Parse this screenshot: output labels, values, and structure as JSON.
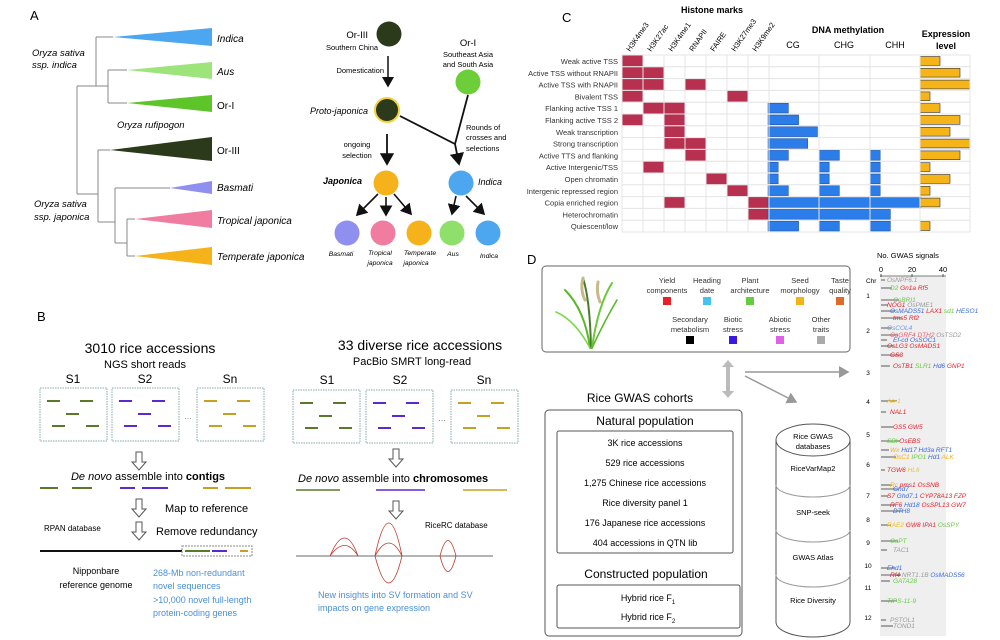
{
  "colors": {
    "histone": "#b8304f",
    "methylation": "#2b7de9",
    "expression": "#f4b41a",
    "blue_note": "#4a90d9",
    "indica": "#4da6f0",
    "aus": "#9de47a",
    "or1": "#5dc42a",
    "or3": "#2a3a1a",
    "basmati": "#8f8ff0",
    "tropical": "#f07ca0",
    "temperate": "#f5b21a"
  },
  "panelA": {
    "letter": "A",
    "tree_labels": [
      "Indica",
      "Aus",
      "Or-I",
      "Or-III",
      "Basmati",
      "Tropical japonica",
      "Temperate japonica"
    ],
    "indica_group": [
      "Oryza sativa",
      "ssp. indica"
    ],
    "rufipogon": "Oryza rufipogon",
    "japonica_group": [
      "Oryza sativa",
      "ssp. japonica"
    ],
    "or3": "Or-III",
    "or3_region": "Southern China",
    "domestication": "Domestication",
    "or1": "Or-I",
    "or1_region": [
      "Southeast Asia",
      "and South Asia"
    ],
    "proto": "Proto-japonica",
    "ongoing": [
      "ongoing",
      "selection"
    ],
    "rounds": [
      "Rounds of",
      "crosses and",
      "selections"
    ],
    "japonica": "Japonica",
    "indica": "Indica",
    "children": [
      "Basmati",
      "Tropical",
      "japonica",
      "Temperate",
      "japonica",
      "Aus",
      "Indica"
    ]
  },
  "panelB": {
    "letter": "B",
    "left": {
      "title": "3010 rice accessions",
      "subtitle": "NGS short reads",
      "samples": [
        "S1",
        "S2",
        "Sn"
      ],
      "ellipsis": "...",
      "assemble_pre": "De novo",
      "assemble_mid": " assemble into ",
      "assemble_bold": "contigs",
      "map": "Map to reference",
      "remove": "Remove redundancy",
      "database": "RPAN database",
      "reference": [
        "Nipponbare",
        "reference genome"
      ],
      "notes": [
        "268-Mb non-redundant",
        "novel sequences",
        ">10,000 novel full-length",
        "protein-coding genes"
      ]
    },
    "right": {
      "title": "33 diverse rice accessions",
      "subtitle": "PacBio SMRT long-read",
      "samples": [
        "S1",
        "S2",
        "Sn"
      ],
      "ellipsis": "...",
      "assemble_pre": "De novo",
      "assemble_mid": " assemble into ",
      "assemble_bold": "chromosomes",
      "database": "RiceRC database",
      "notes": [
        "New insights into SV formation and SV",
        "impacts on gene expression"
      ]
    }
  },
  "panelC": {
    "letter": "C",
    "histone_title": "Histone marks",
    "methylation_title": "DNA methylation",
    "expression_title": [
      "Expression",
      "level"
    ],
    "histone_cols": [
      "H3K4me3",
      "H3K27ac",
      "H3K4me1",
      "RNAPII",
      "FAIRE",
      "H3K27me3",
      "H3K9me2"
    ],
    "methyl_cols": [
      "CG",
      "CHG",
      "CHH"
    ],
    "rows": [
      {
        "label": "Weak active TSS",
        "histone": [
          1,
          0,
          0,
          0,
          0,
          0,
          0
        ],
        "meth": [
          0,
          0,
          0
        ],
        "expr": 0.4
      },
      {
        "label": "Active TSS without RNAPII",
        "histone": [
          1,
          1,
          0,
          0,
          0,
          0,
          0
        ],
        "meth": [
          0,
          0,
          0
        ],
        "expr": 0.8
      },
      {
        "label": "Active TSS with RNAPII",
        "histone": [
          1,
          1,
          0,
          1,
          0,
          0,
          0
        ],
        "meth": [
          0,
          0,
          0
        ],
        "expr": 1.0
      },
      {
        "label": "Bivalent TSS",
        "histone": [
          1,
          0,
          0,
          0,
          0,
          1,
          0
        ],
        "meth": [
          0,
          0,
          0
        ],
        "expr": 0.2
      },
      {
        "label": "Flanking active TSS 1",
        "histone": [
          0,
          1,
          1,
          0,
          0,
          0,
          0
        ],
        "meth": [
          0.4,
          0,
          0
        ],
        "expr": 0.4
      },
      {
        "label": "Flanking active TSS 2",
        "histone": [
          1,
          0,
          1,
          0,
          0,
          0,
          0
        ],
        "meth": [
          0.6,
          0,
          0
        ],
        "expr": 0.8
      },
      {
        "label": "Weak transcription",
        "histone": [
          0,
          0,
          1,
          0,
          0,
          0,
          0
        ],
        "meth": [
          0.97,
          0,
          0
        ],
        "expr": 0.6
      },
      {
        "label": "Strong transcription",
        "histone": [
          0,
          0,
          1,
          1,
          0,
          0,
          0
        ],
        "meth": [
          0.78,
          0,
          0
        ],
        "expr": 1.0
      },
      {
        "label": "Active TTS and flanking",
        "histone": [
          0,
          0,
          0,
          1,
          0,
          0,
          0
        ],
        "meth": [
          0.4,
          0.4,
          0.2
        ],
        "expr": 0.8
      },
      {
        "label": "Active Intergenic/TSS",
        "histone": [
          0,
          1,
          0,
          0,
          0,
          0,
          0
        ],
        "meth": [
          0.2,
          0.2,
          0.2
        ],
        "expr": 0.2
      },
      {
        "label": "Open chromatin",
        "histone": [
          0,
          0,
          0,
          0,
          1,
          0,
          0
        ],
        "meth": [
          0.2,
          0.2,
          0.2
        ],
        "expr": 0.6
      },
      {
        "label": "Intergenic repressed region",
        "histone": [
          0,
          0,
          0,
          0,
          0,
          1,
          0
        ],
        "meth": [
          0.4,
          0.4,
          0.2
        ],
        "expr": 0.2
      },
      {
        "label": "Copia enriched region",
        "histone": [
          0,
          0,
          1,
          0,
          0,
          0,
          1
        ],
        "meth": [
          1,
          1,
          1
        ],
        "expr": 0.4
      },
      {
        "label": "Heterochromatin",
        "histone": [
          0,
          0,
          0,
          0,
          0,
          0,
          1
        ],
        "meth": [
          1,
          1,
          0.4
        ],
        "expr": 0
      },
      {
        "label": "Quiescent/low",
        "histone": [
          0,
          0,
          0,
          0,
          0,
          0,
          0
        ],
        "meth": [
          0.6,
          0.4,
          0.4
        ],
        "expr": 0.2
      }
    ]
  },
  "panelD": {
    "letter": "D",
    "legend": [
      {
        "label": [
          "Yield",
          "components"
        ],
        "color": "#e8202a"
      },
      {
        "label": [
          "Heading",
          "date"
        ],
        "color": "#43c4ee"
      },
      {
        "label": [
          "Plant",
          "architecture"
        ],
        "color": "#66cc44"
      },
      {
        "label": [
          "Seed",
          "morphology"
        ],
        "color": "#f5b21a"
      },
      {
        "label": [
          "Taste",
          "quality"
        ],
        "color": "#e06a2a"
      },
      {
        "label": [
          "Secondary",
          "metabolism"
        ],
        "color": "#000000"
      },
      {
        "label": [
          "Biotic",
          "stress"
        ],
        "color": "#3a1ae0"
      },
      {
        "label": [
          "Abiotic",
          "stress"
        ],
        "color": "#e060e8"
      },
      {
        "label": [
          "Other",
          "traits"
        ],
        "color": "#aaaaaa"
      }
    ],
    "cohorts_title": "Rice GWAS cohorts",
    "natural_title": "Natural population",
    "natural": [
      "3K rice accessions",
      "529 rice accessions",
      "1,275 Chinese rice accessions",
      "Rice diversity panel 1",
      "176 Japanese rice accessions",
      "404 accessions in  QTN lib"
    ],
    "constructed_title": "Constructed population",
    "constructed": [
      "Hybrid rice F",
      "Hybrid rice F"
    ],
    "constructed_sub": [
      "1",
      "2"
    ],
    "db_title": [
      "Rice GWAS",
      "databases"
    ],
    "databases": [
      "RiceVarMap2",
      "SNP-seek",
      "GWAS Atlas",
      "Rice Diversity"
    ],
    "signals_title": "No. GWAS signals",
    "axis_ticks": [
      0,
      20,
      40
    ],
    "chr_label": "Chr",
    "chromosomes": [
      "1",
      "2",
      "3",
      "4",
      "5",
      "6",
      "7",
      "8",
      "9",
      "10",
      "11",
      "12"
    ],
    "gene_rows": [
      [
        [
          "OsNPF6.1",
          "#999999"
        ]
      ],
      [
        [
          "D2",
          "#66cc44"
        ],
        [
          "Gn1a",
          "#e8202a"
        ],
        [
          "Rf5",
          "#e8202a"
        ]
      ],
      [
        [
          "OsBRI1",
          "#66cc44"
        ]
      ],
      [
        [
          "NOG1",
          "#e8202a"
        ],
        [
          "OsPME1",
          "#999999"
        ]
      ],
      [
        [
          "OsMADS51",
          "#3a6ae0"
        ],
        [
          "LAX1",
          "#e8202a"
        ],
        [
          "sd1",
          "#66cc44"
        ],
        [
          "HESO1",
          "#3a6ae0"
        ]
      ],
      [
        [
          "tms5",
          "#e8202a"
        ],
        [
          "Rf2",
          "#e8202a"
        ]
      ],
      [
        [
          "OsCOL4",
          "#6a9ae8"
        ]
      ],
      [
        [
          "OsGRF4",
          "#e8606a"
        ],
        [
          "DTH2",
          "#e8606a"
        ],
        [
          "OsTSD2",
          "#999999"
        ]
      ],
      [
        [
          "Ef-cd",
          "#3a6ae0"
        ],
        [
          "OsSOC1",
          "#3a6ae0"
        ]
      ],
      [
        [
          "OsLG3",
          "#e8202a"
        ],
        [
          "OsMADS1",
          "#e8202a"
        ]
      ],
      [
        [
          "GS3",
          "#e8202a"
        ]
      ],
      [
        [
          "OsTB1",
          "#e8202a"
        ],
        [
          "SLR1",
          "#66cc44"
        ],
        [
          "Hd6",
          "#3a6ae0"
        ],
        [
          "GNP1",
          "#e8202a"
        ]
      ],
      [
        [
          "An-1",
          "#f5c21a"
        ]
      ],
      [
        [
          "NAL1",
          "#e8202a"
        ]
      ],
      [
        [
          "GS5",
          "#e8202a"
        ],
        [
          "GW5",
          "#e8202a"
        ]
      ],
      [
        [
          "SBI",
          "#66cc44"
        ],
        [
          "OsEBS",
          "#e8202a"
        ]
      ],
      [
        [
          "Wx",
          "#f5b21a"
        ],
        [
          "Hd17",
          "#3a6ae0"
        ],
        [
          "Hd3a",
          "#3a6ae0"
        ],
        [
          "RFT1",
          "#3a6ae0"
        ]
      ],
      [
        [
          "OsC1",
          "#f5b21a"
        ],
        [
          "IPO1",
          "#66cc44"
        ],
        [
          "Hd1",
          "#3a6ae0"
        ],
        [
          "ALK",
          "#f5b21a"
        ]
      ],
      [
        [
          "TGW6",
          "#e8202a"
        ],
        [
          "HL6",
          "#f5c21a"
        ]
      ],
      [
        [
          "Rc",
          "#f5b21a"
        ],
        [
          "pms1",
          "#e8202a"
        ],
        [
          "OsSNB",
          "#e8202a"
        ]
      ],
      [
        [
          "Ghd7",
          "#3a6ae0"
        ]
      ],
      [
        [
          "S7",
          "#e8202a"
        ],
        [
          "Ghd7.1",
          "#3a6ae0"
        ],
        [
          "CYP78A13",
          "#e8202a"
        ],
        [
          "FZP",
          "#e8202a"
        ]
      ],
      [
        [
          "RF6",
          "#e8202a"
        ],
        [
          "Hd18",
          "#3a6ae0"
        ],
        [
          "OsSPL13",
          "#e8202a"
        ],
        [
          "GW7",
          "#e8202a"
        ]
      ],
      [
        [
          "DTH8",
          "#3a6ae0"
        ]
      ],
      [
        [
          "RAE2",
          "#f5c21a"
        ],
        [
          "GW8",
          "#e8202a"
        ],
        [
          "IPA1",
          "#e8202a"
        ],
        [
          "OsSPY",
          "#66cc44"
        ]
      ],
      [
        [
          "OsPT",
          "#66cc44"
        ]
      ],
      [
        [
          "TAC1",
          "#999999"
        ]
      ],
      [
        [
          "Ehd1",
          "#3a6ae0"
        ]
      ],
      [
        [
          "Rf4",
          "#e8202a"
        ],
        [
          "NRT1.1B",
          "#999999"
        ],
        [
          "OsMADS56",
          "#3a6ae0"
        ]
      ],
      [
        [
          "GATA28",
          "#66cc44"
        ]
      ],
      [
        [
          "TIPS-11-9",
          "#66cc44"
        ]
      ],
      [
        [
          "PSTOL1",
          "#999999"
        ]
      ],
      [
        [
          "TOND1",
          "#999999"
        ]
      ]
    ]
  }
}
